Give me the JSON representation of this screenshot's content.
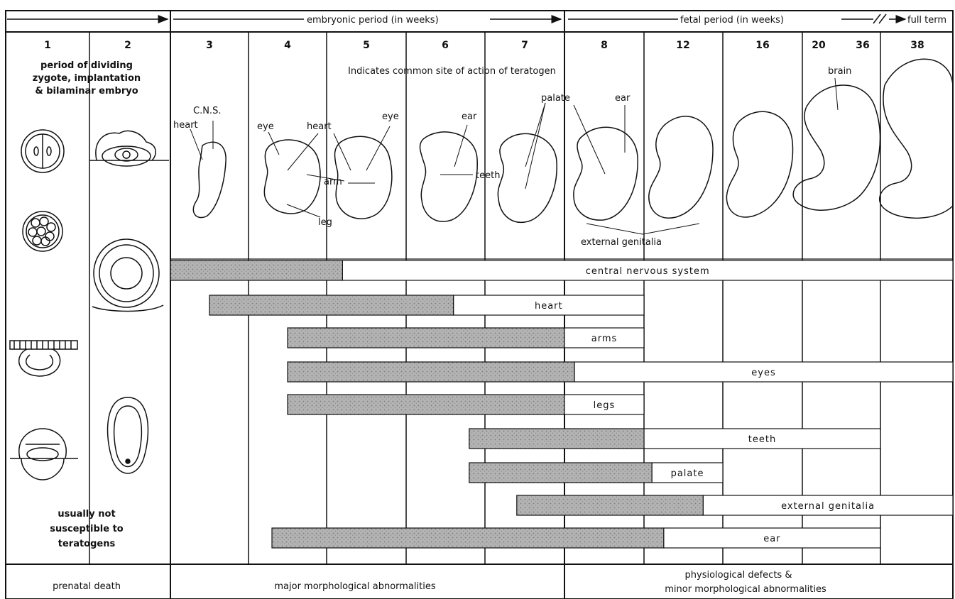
{
  "header": {
    "embryonic": "embryonic period (in weeks)",
    "fetal": "fetal period (in weeks)",
    "full_term": "full term"
  },
  "weeks": [
    "1",
    "2",
    "3",
    "4",
    "5",
    "6",
    "7",
    "8",
    "12",
    "16",
    "20",
    "36",
    "38"
  ],
  "early": {
    "period_line1": "period of dividing",
    "period_line2": "zygote, implantation",
    "period_line3": "& bilaminar embryo",
    "note_line1": "usually not",
    "note_line2": "susceptible to",
    "note_line3": "teratogens"
  },
  "legend_text": "Indicates common site of action of teratogen",
  "annotations": {
    "cns": "C.N.S.",
    "heart_w3": "heart",
    "eye_w4": "eye",
    "heart_w4": "heart",
    "arm": "arm",
    "leg": "leg",
    "eye_w5": "eye",
    "ear_w6": "ear",
    "teeth": "teeth",
    "palate": "palate",
    "ear_w8": "ear",
    "genitalia": "external genitalia",
    "brain": "brain"
  },
  "bars": [
    {
      "name": "central nervous system",
      "critical": [
        3,
        5.2
      ],
      "minor": [
        5.2,
        38
      ]
    },
    {
      "name": "heart",
      "critical": [
        3.5,
        6.6
      ],
      "minor": [
        6.6,
        12
      ]
    },
    {
      "name": "arms",
      "critical": [
        4.5,
        8
      ],
      "minor": [
        8,
        12
      ]
    },
    {
      "name": "eyes",
      "critical": [
        4.5,
        8.5
      ],
      "minor": [
        8.5,
        38
      ]
    },
    {
      "name": "legs",
      "critical": [
        4.5,
        8
      ],
      "minor": [
        8,
        12
      ]
    },
    {
      "name": "teeth",
      "critical": [
        6.8,
        12
      ],
      "minor": [
        12,
        36
      ]
    },
    {
      "name": "palate",
      "critical": [
        6.8,
        12.4
      ],
      "minor": [
        12.4,
        16
      ]
    },
    {
      "name": "external genitalia",
      "critical": [
        7.4,
        15
      ],
      "minor": [
        15,
        38
      ]
    },
    {
      "name": "ear",
      "critical": [
        4.3,
        13
      ],
      "minor": [
        13,
        36
      ]
    }
  ],
  "footer": {
    "prenatal_death": "prenatal death",
    "major": "major morphological abnormalities",
    "minor_line1": "physiological defects &",
    "minor_line2": "minor morphological abnormalities"
  },
  "colors": {
    "critical": "#a9a9a9",
    "minor": "#ffffff",
    "ink": "#111111"
  }
}
